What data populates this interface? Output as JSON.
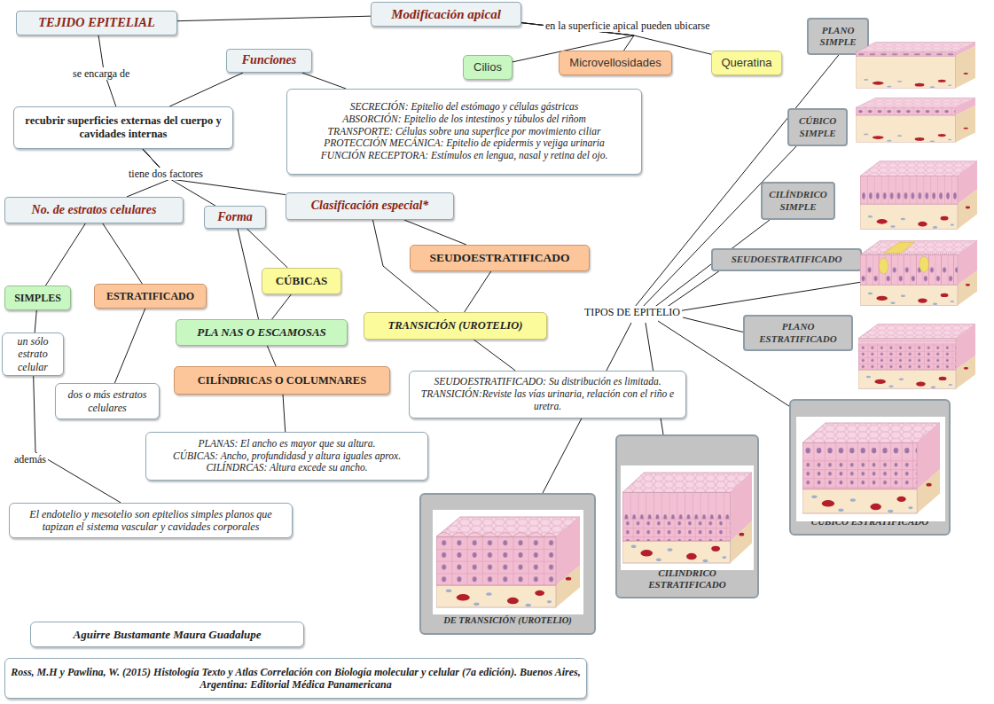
{
  "diagram": {
    "nodes": [
      {
        "text": [
          "TEJIDO EPITELIAL"
        ]
      },
      {
        "text": [
          "Modificación apical"
        ]
      },
      {
        "text": [
          "Cilios"
        ]
      },
      {
        "text": [
          "Microvellosidades"
        ]
      },
      {
        "text": [
          "Queratina"
        ]
      },
      {
        "text": [
          "PLANO SIMPLE"
        ]
      },
      {
        "text": [
          "Funciones"
        ]
      },
      {
        "text": [
          "SECRECIÓN: Epitelio del estómago y células gástricas",
          "ABSORCIÓN: Epitelio de los intestinos y túbulos del riñom",
          "TRANSPORTE: Células sobre una superfice por movimiento ciliar",
          "PROTECCIÓN MECÁNICA: Epitelio de epidermis y vejiga urinaria",
          "FUNCIÓN RECEPTORA: Estímulos en lengua, nasal y retina del ojo."
        ]
      },
      {
        "text": [
          "recubrir superficies externas del cuerpo y cavidades internas"
        ]
      },
      {
        "text": [
          "CÚBICO SIMPLE"
        ]
      },
      {
        "text": [
          "CILÍNDRICO SIMPLE"
        ]
      },
      {
        "text": [
          "No. de estratos celulares"
        ]
      },
      {
        "text": [
          "Forma"
        ]
      },
      {
        "text": [
          "Clasificación especial*"
        ]
      },
      {
        "text": [
          "SEUDOESTRATIFICADO"
        ]
      },
      {
        "text": [
          "SEUDOESTRATIFICADO"
        ]
      },
      {
        "text": [
          "CÚBICAS"
        ]
      },
      {
        "text": [
          "SIMPLES"
        ]
      },
      {
        "text": [
          "ESTRATIFICADO"
        ]
      },
      {
        "text": [
          "TRANSICIÓN (UROTELIO)"
        ]
      },
      {
        "text": [
          "PLANO ESTRATIFICADO"
        ]
      },
      {
        "text": [
          "PLA NAS O ESCAMOSAS"
        ]
      },
      {
        "text": [
          "un sólo estrato celular"
        ]
      },
      {
        "text": [
          "CILÍNDRICAS O COLUMNARES"
        ]
      },
      {
        "text": [
          "SEUDOESTRATIFICADO: Su distribución es limitada.",
          "TRANSICIÓN:Reviste las vías urinaria, relación con el riño e uretra."
        ]
      },
      {
        "text": [
          "dos o más estratos celulares"
        ]
      },
      {
        "text": [
          "PLANAS: El ancho es mayor que su altura.",
          "CÚBICAS: Ancho, profundidasd y altura iguales aprox.",
          "CILÍNDRCAS: Altura excede su ancho."
        ]
      },
      {
        "text": [
          "CÚBICO ESTRATIFICADO"
        ]
      },
      {
        "text": [
          "CILÍNDRICO ESTRATIFICADO"
        ]
      },
      {
        "text": [
          "DE TRANSICIÓN (UROTELIO)"
        ]
      },
      {
        "text": [
          "El endotelio y mesotelio son epitelios simples planos que tapizan el sistema vascular y cavidades corporales"
        ]
      },
      {
        "text": [
          "Aguirre Bustamante Maura Guadalupe"
        ]
      },
      {
        "text": [
          "Ross, M.H y Pawlina, W. (2015) Histología Texto y Atlas Correlación con Biología molecular y celular (7a edición). Buenos Aires, Argentina: Editorial Médica Panamericana"
        ]
      }
    ],
    "edges": [
      {
        "from": 0,
        "to": 1,
        "arrow": "none"
      },
      {
        "from": 0,
        "to": 8,
        "label": "se encarga de",
        "arrow": "none"
      },
      {
        "from": 1,
        "to": 2,
        "arrow": "none"
      },
      {
        "from": 1,
        "to": 3,
        "arrow": "none"
      },
      {
        "from": 1,
        "to": 4,
        "arrow": "none"
      },
      {
        "from": 8,
        "to": 6,
        "arrow": "none"
      },
      {
        "from": 6,
        "to": 7,
        "arrow": "none"
      },
      {
        "from": 8,
        "to": 11,
        "arrow": "none"
      },
      {
        "from": 8,
        "to": 12,
        "arrow": "none"
      },
      {
        "from": 8,
        "to": 13,
        "arrow": "none"
      },
      {
        "from": 11,
        "to": 17,
        "arrow": "none"
      },
      {
        "from": 11,
        "to": 18,
        "arrow": "none"
      },
      {
        "from": 17,
        "to": 22,
        "arrow": "none"
      },
      {
        "from": 18,
        "to": 25,
        "arrow": "none"
      },
      {
        "from": 22,
        "to": 30,
        "label": "además",
        "arrow": "none"
      },
      {
        "from": 12,
        "to": 16,
        "arrow": "none"
      },
      {
        "from": 12,
        "to": 21,
        "arrow": "none"
      },
      {
        "from": 16,
        "to": 21,
        "arrow": "none"
      },
      {
        "from": 21,
        "to": 23,
        "arrow": "none"
      },
      {
        "from": 23,
        "to": 26,
        "arrow": "none"
      },
      {
        "from": 13,
        "to": 14,
        "arrow": "none"
      },
      {
        "from": 13,
        "to": 19,
        "arrow": "none"
      },
      {
        "from": 14,
        "to": 19,
        "arrow": "none"
      },
      {
        "from": 19,
        "to": 24,
        "arrow": "none"
      }
    ],
    "labels": [
      "en la superficie apical pueden ubicarse",
      "tiene dos factores",
      "TIPOS DE EPITELIO"
    ]
  }
}
